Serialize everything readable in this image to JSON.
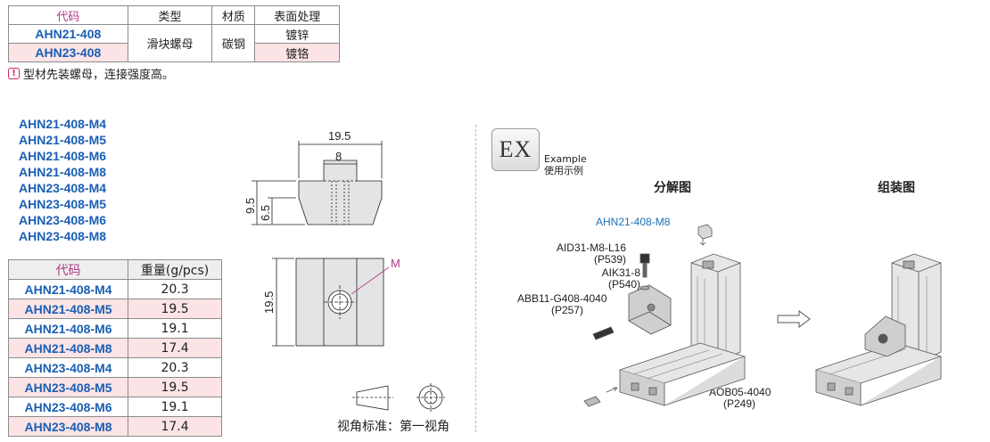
{
  "spec_table": {
    "headers": [
      "代码",
      "类型",
      "材质",
      "表面处理"
    ],
    "codes": [
      "AHN21-408",
      "AHN23-408"
    ],
    "type": "滑块螺母",
    "material": "碳钢",
    "finishes": [
      "镀锌",
      "镀铬"
    ]
  },
  "note": "型材先装螺母，连接强度高。",
  "code_list": [
    "AHN21-408-M4",
    "AHN21-408-M5",
    "AHN21-408-M6",
    "AHN21-408-M8",
    "AHN23-408-M4",
    "AHN23-408-M5",
    "AHN23-408-M6",
    "AHN23-408-M8"
  ],
  "weight_table": {
    "headers": [
      "代码",
      "重量(g/pcs)"
    ],
    "rows": [
      {
        "code": "AHN21-408-M4",
        "weight": "20.3"
      },
      {
        "code": "AHN21-408-M5",
        "weight": "19.5"
      },
      {
        "code": "AHN21-408-M6",
        "weight": "19.1"
      },
      {
        "code": "AHN21-408-M8",
        "weight": "17.4"
      },
      {
        "code": "AHN23-408-M4",
        "weight": "20.3"
      },
      {
        "code": "AHN23-408-M5",
        "weight": "19.5"
      },
      {
        "code": "AHN23-408-M6",
        "weight": "19.1"
      },
      {
        "code": "AHN23-408-M8",
        "weight": "17.4"
      }
    ]
  },
  "drawing": {
    "dim_width": "19.5",
    "dim_slot": "8",
    "dim_height": "9.5",
    "dim_inner": "6.5",
    "dim_height_top": "19.5",
    "thread_label": "M",
    "view_caption": "视角标准：第一视角"
  },
  "example": {
    "badge": "EX",
    "text_en": "Example",
    "text_cn": "使用示例",
    "exploded_title": "分解图",
    "assembled_title": "组装图",
    "part_nut": "AHN21-408-M8",
    "part_screw": "AID31-M8-L16",
    "part_screw_page": "(P539)",
    "part_washer": "AIK31-8",
    "part_washer_page": "(P540)",
    "part_bracket": "ABB11-G408-4040",
    "part_bracket_page": "(P257)",
    "part_profile": "AOB05-4040",
    "part_profile_page": "(P249)"
  },
  "colors": {
    "code_blue": "#1a5fb4",
    "header_magenta": "#b03a8a",
    "pink_row": "#fbe3e6"
  }
}
